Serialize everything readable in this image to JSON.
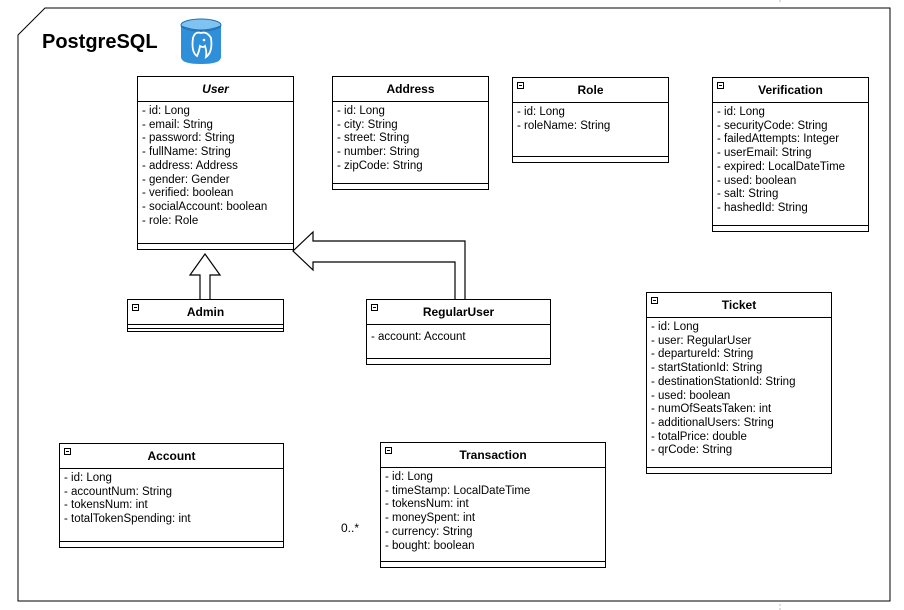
{
  "package": {
    "title": "PostgreSQL",
    "icon": "postgresql-database-icon"
  },
  "classes": {
    "user": {
      "name": "User",
      "attrs": [
        "- id: Long",
        "- email: String",
        "- password: String",
        "- fullName: String",
        "- address: Address",
        "- gender: Gender",
        "- verified: boolean",
        "- socialAccount: boolean",
        "- role: Role"
      ]
    },
    "address": {
      "name": "Address",
      "attrs": [
        "- id: Long",
        "- city: String",
        "- street: String",
        "- number: String",
        "- zipCode: String"
      ]
    },
    "role": {
      "name": "Role",
      "attrs": [
        "- id: Long",
        "- roleName: String"
      ]
    },
    "verification": {
      "name": "Verification",
      "attrs": [
        "- id: Long",
        "- securityCode: String",
        "- failedAttempts: Integer",
        "- userEmail: String",
        "- expired: LocalDateTime",
        "- used: boolean",
        "- salt: String",
        "- hashedId: String"
      ]
    },
    "admin": {
      "name": "Admin",
      "attrs": []
    },
    "regularuser": {
      "name": "RegularUser",
      "attrs": [
        "- account: Account"
      ]
    },
    "ticket": {
      "name": "Ticket",
      "attrs": [
        "- id: Long",
        "- user: RegularUser",
        "- departureId: String",
        "- startStationId: String",
        "- destinationStationId: String",
        "- used: boolean",
        "- numOfSeatsTaken: int",
        "- additionalUsers: String",
        "- totalPrice: double",
        "- qrCode: String"
      ]
    },
    "account": {
      "name": "Account",
      "attrs": [
        "- id: Long",
        "- accountNum: String",
        "- tokensNum: int",
        "- totalTokenSpending: int"
      ]
    },
    "transaction": {
      "name": "Transaction",
      "attrs": [
        "- id: Long",
        "- timeStamp: LocalDateTime",
        "- tokensNum: int",
        "- moneySpent: int",
        "- currency: String",
        "- bought: boolean"
      ]
    }
  },
  "multiplicity": "0..*",
  "colors": {
    "db_icon_blue": "#2F8FD8",
    "db_icon_dark": "#1C6FB5",
    "line": "#000000"
  }
}
